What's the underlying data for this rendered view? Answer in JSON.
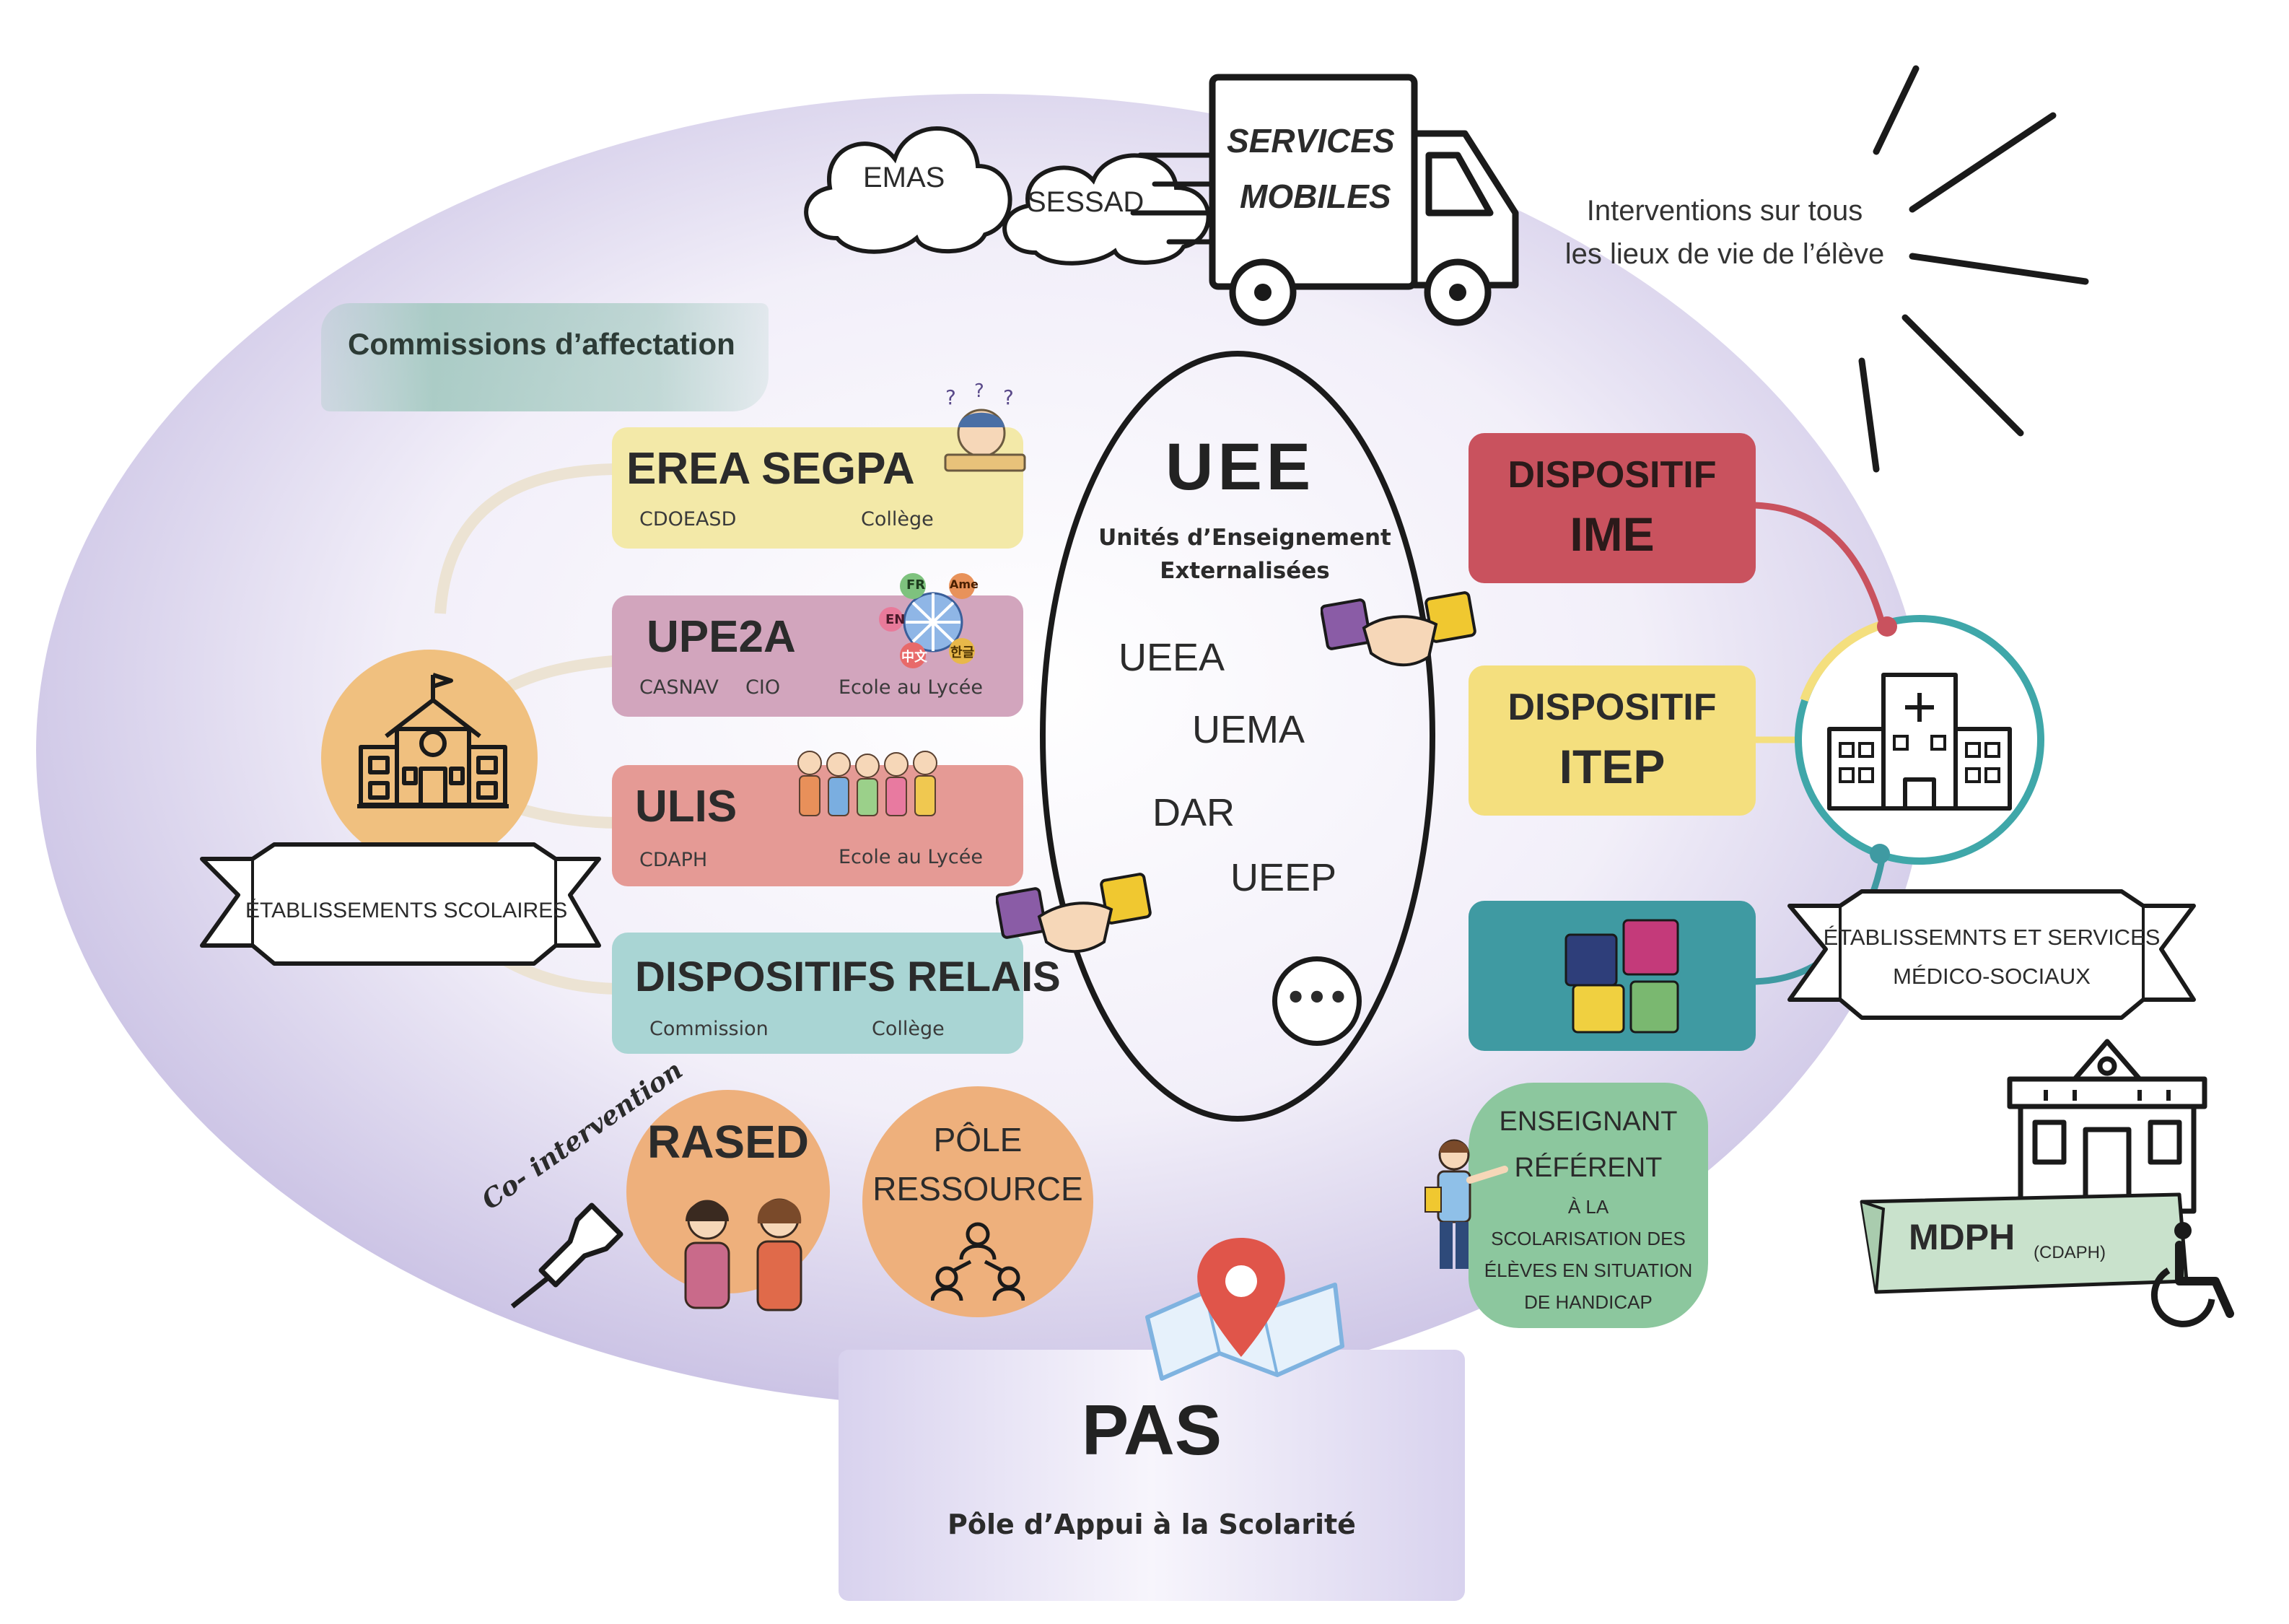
{
  "mobile": {
    "cloud_left": "EMAS",
    "cloud_right": "SESSAD",
    "truck_line1": "SERVICES",
    "truck_line2": "MOBILES",
    "interventions_line1": "Interventions sur tous",
    "interventions_line2": "les lieux de vie de l’élève"
  },
  "commissions": "Commissions d’affectation",
  "cards": {
    "erea": {
      "title": "EREA SEGPA",
      "sub1": "CDOEASD",
      "sub2": "Collège"
    },
    "upe2a": {
      "title": "UPE2A",
      "sub1": "CASNAV",
      "sub2": "CIO",
      "sub3": "Ecole au Lycée"
    },
    "ulis": {
      "title": "ULIS",
      "sub1": "CDAPH",
      "sub2": "Ecole au Lycée"
    },
    "relais": {
      "title": "DISPOSITIFS RELAIS",
      "sub1": "Commission",
      "sub2": "Collège"
    }
  },
  "lang_badges": [
    "FR",
    "EN",
    "中文",
    "한글",
    "Ame"
  ],
  "etablissements_scolaires": "ÉTABLISSEMENTS SCOLAIRES",
  "uee": {
    "title": "UEE",
    "subtitle_line1": "Unités d’Enseignement",
    "subtitle_line2": "Externalisées",
    "items": [
      "UEEA",
      "UEMA",
      "DAR",
      "UEEP"
    ],
    "more": "•••"
  },
  "dispositifs": {
    "ime_line1": "DISPOSITIF",
    "ime_line2": "IME",
    "itep_line1": "DISPOSITIF",
    "itep_line2": "ITEP"
  },
  "medico_social": {
    "line1": "ÉTABLISSEMNTS ET SERVICES",
    "line2": "MÉDICO-SOCIAUX"
  },
  "rased": "RASED",
  "co_intervention": "Co- intervention",
  "pole_ressource": {
    "line1": "PÔLE",
    "line2": "RESSOURCE"
  },
  "enseignant_referent": {
    "line1": "ENSEIGNANT",
    "line2": "RÉFÉRENT",
    "line3": "À LA",
    "line4": "SCOLARISATION DES",
    "line5": "ÉLÈVES EN SITUATION",
    "line6": "DE HANDICAP"
  },
  "mdph": {
    "label": "MDPH",
    "sub": "(CDAPH)"
  },
  "pas": {
    "title": "PAS",
    "subtitle": "Pôle d’Appui à la Scolarité"
  },
  "colors": {
    "erea": "#f3e9a8",
    "upe2a": "#d2a5bd",
    "ulis": "#e59a95",
    "relais": "#a9d5d4",
    "ime": "#c9525e",
    "itep": "#f4df7e",
    "medico": "#3f9aa2",
    "rased": "#eeb07c",
    "pole": "#eeb07c",
    "referent": "#8cc79e",
    "ecole_circle": "#f0c07f",
    "ellipse": "#cfc6e6"
  }
}
